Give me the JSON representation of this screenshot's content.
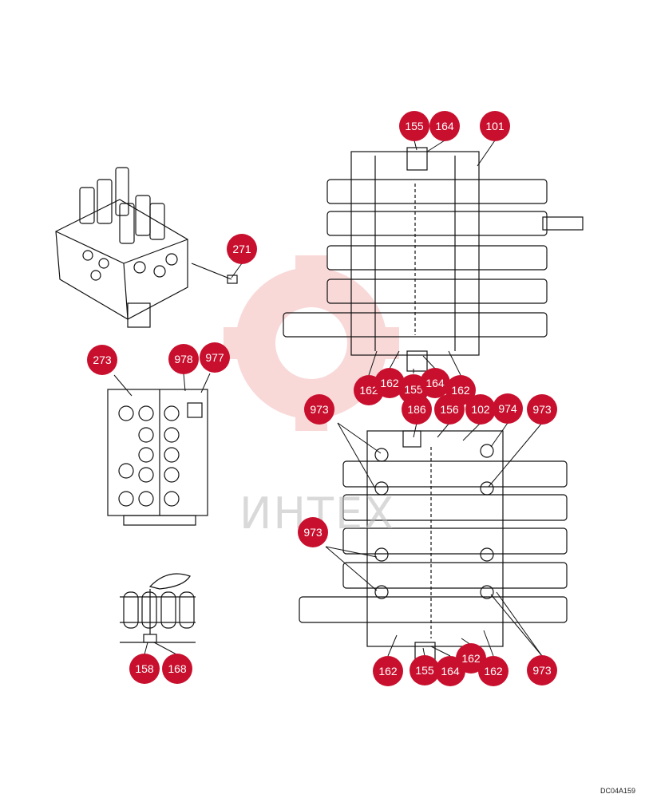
{
  "drawing_code": "DC04A159",
  "watermark_text": "ИНТЕХ",
  "accent_color": "#c8102e",
  "callouts": {
    "c155_top": "155",
    "c164_top": "164",
    "c101": "101",
    "c271": "271",
    "c273": "273",
    "c978": "978",
    "c977": "977",
    "c162_a": "162",
    "c162_b": "162",
    "c155_mid": "155",
    "c164_mid": "164",
    "c162_c": "162",
    "c973_a": "973",
    "c186": "186",
    "c156": "156",
    "c102": "102",
    "c974": "974",
    "c973_b": "973",
    "c973_c": "973",
    "c162_d": "162",
    "c155_bot": "155",
    "c164_bot": "164",
    "c162_e": "162",
    "c162_f": "162",
    "c973_d": "973",
    "c158": "158",
    "c168": "168"
  }
}
